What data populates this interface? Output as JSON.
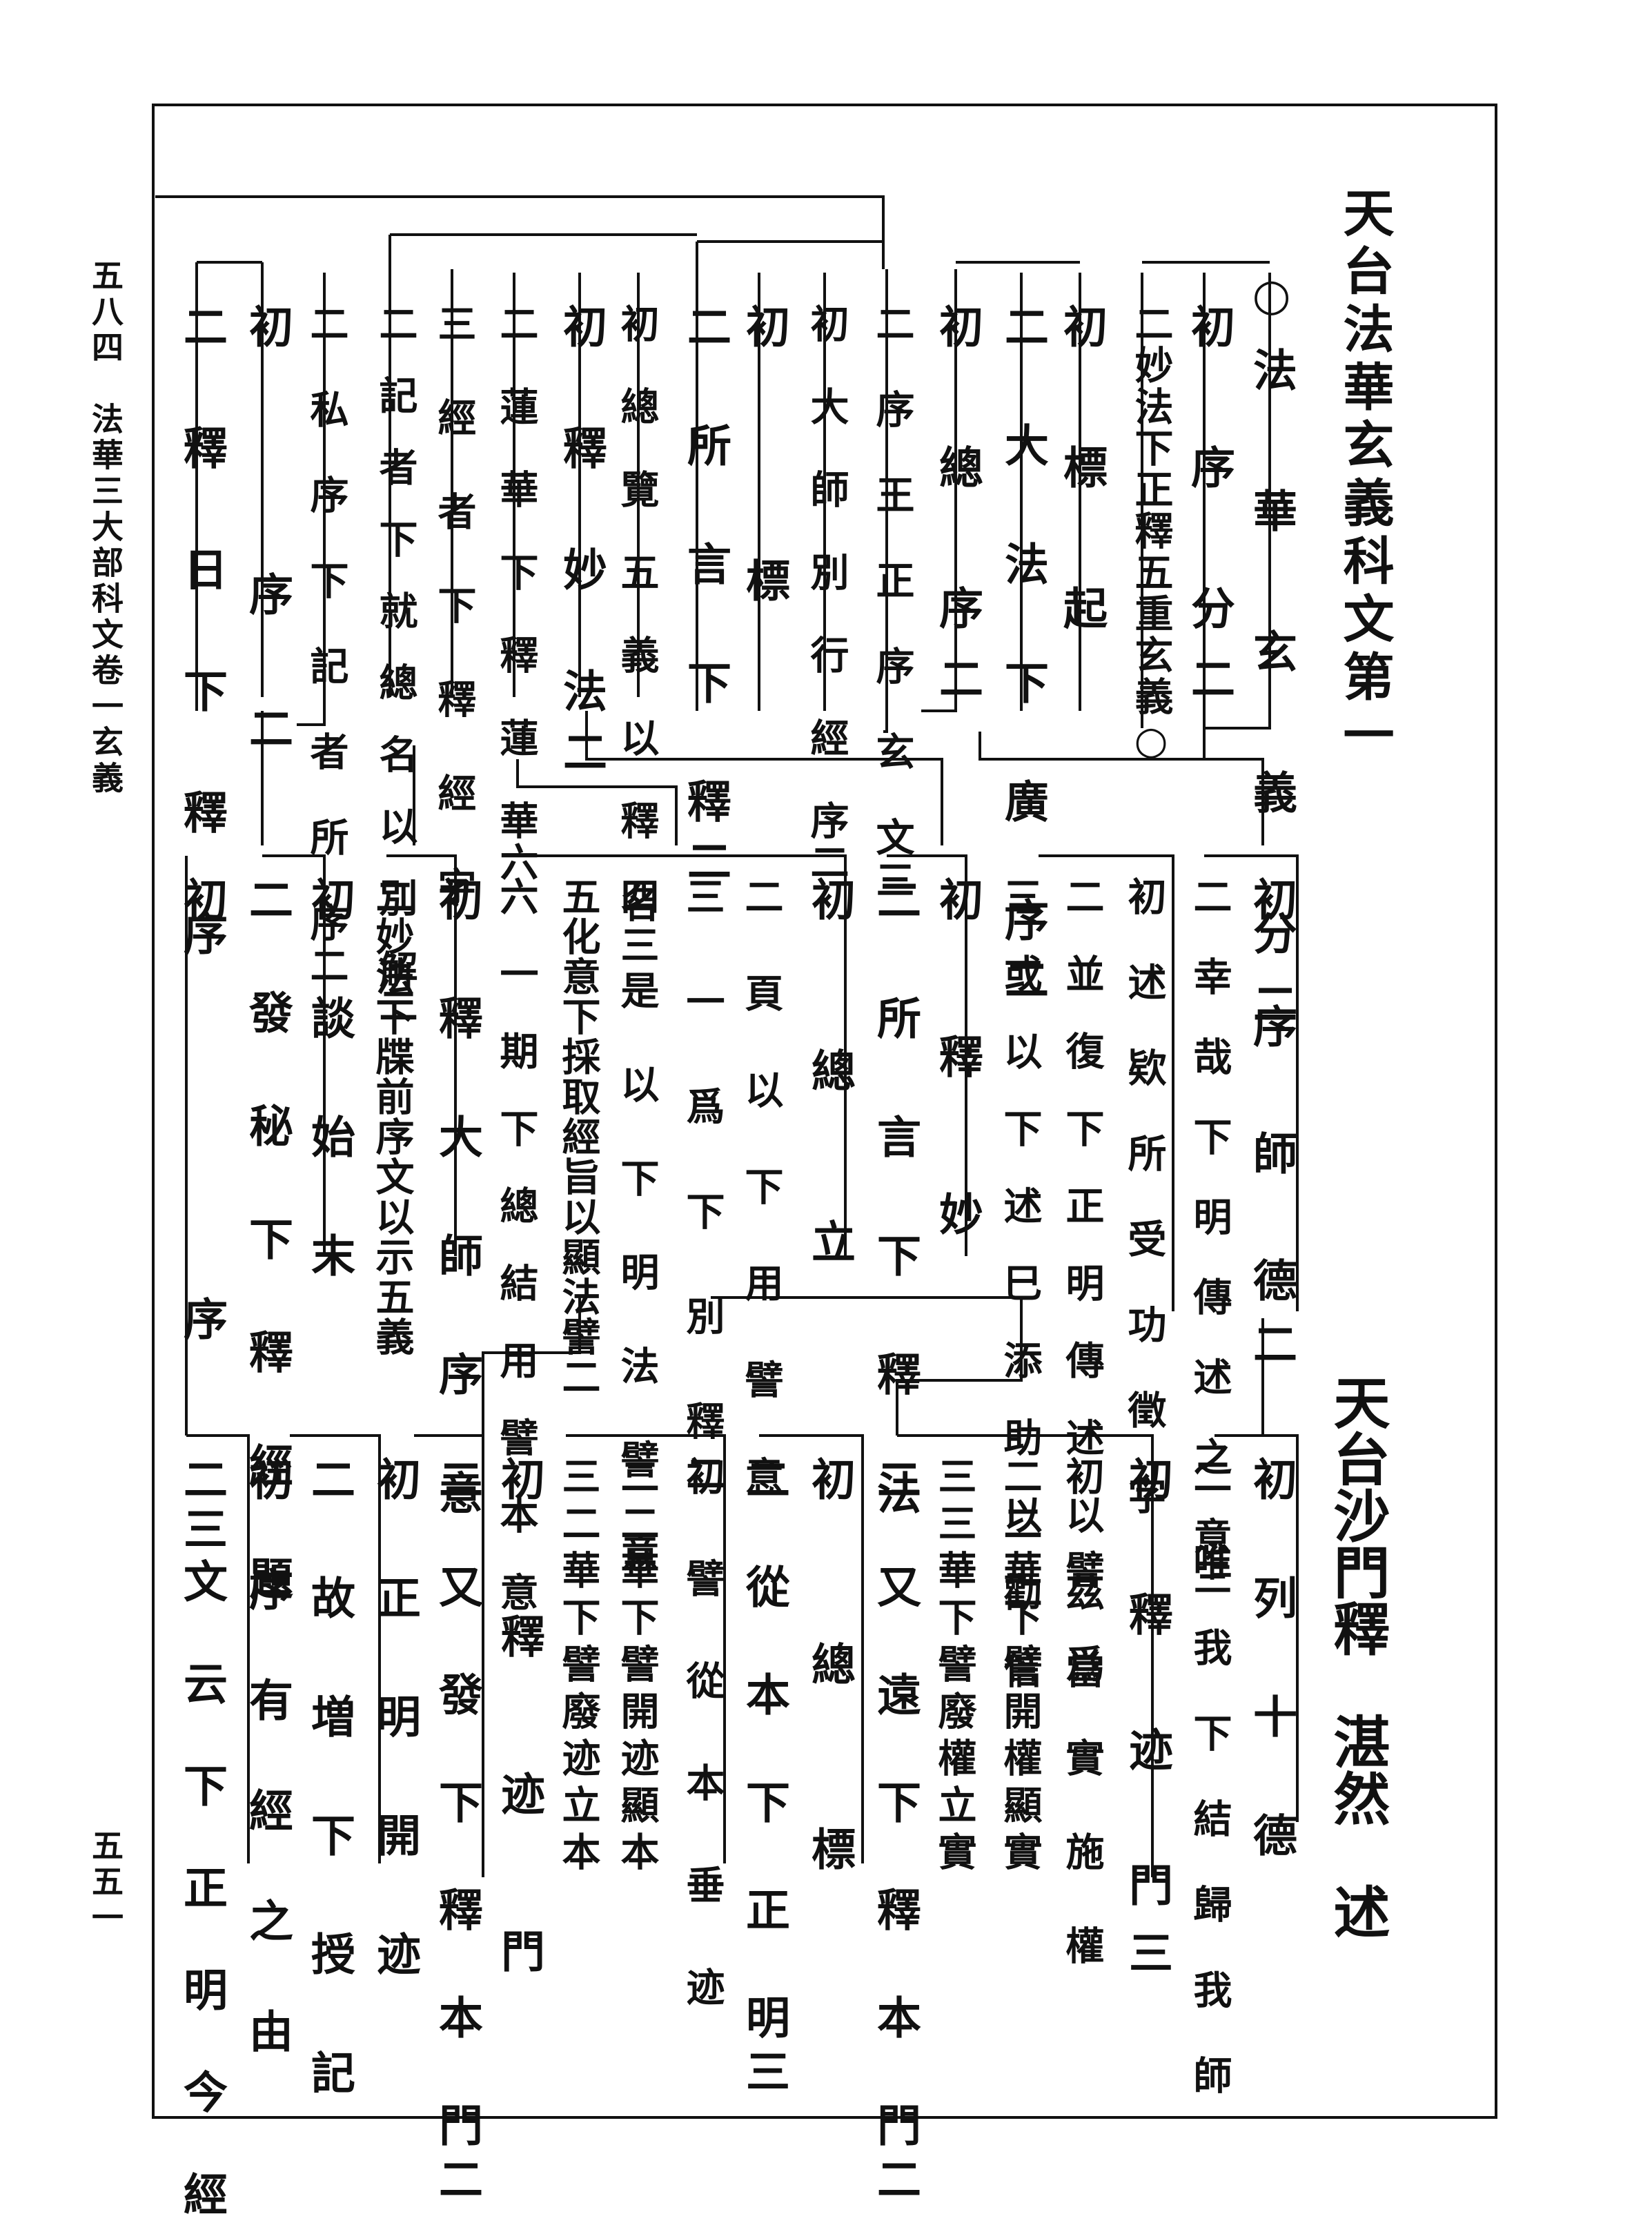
{
  "margin": {
    "top_right": "五八四　法華三大部科文卷一玄義",
    "bottom_right": "五五一"
  },
  "heading": {
    "title": "天台法華玄義科文第一",
    "author": "天台沙門釋　湛然　述"
  },
  "section1": [
    "○法　華　玄　義　分二",
    "初　序　分二",
    "二妙法下正釋五重玄義○",
    "初　標　起",
    "二　大　法　下　廣　序二",
    "初　總　序二",
    "二　序　王　正　序　玄　文三",
    "初　大　師　別　行　經　序二",
    "初　標",
    "二　所　言　下　釋二",
    "初　總　覽　五　義　以　釋　名三",
    "初　釋　妙　法二",
    "二　蓮　華　下　釋　蓮　華六",
    "三　經　者　下　釋　經　字",
    "二　記　者　下　就　總　名　以　別　解二",
    "二　私　序　下　記　者　所　序二",
    "初　序二",
    "二　釋　日　下　釋　序"
  ],
  "section2": [
    "初　序　師　德二",
    "二　幸　哉　下　明　傳　述　之　意三",
    "初　述　欵　所　受　功　徵　字",
    "二　並　復　下　正　明　傳　述　以　茲　當",
    "三　或　以　下　述　巳　添　助　以　勸　信",
    "初　釋　妙",
    "二　所　言　下　釋　法",
    "初　總　立",
    "二　頁　以　下　用　譬　意",
    "三　一　爲　下　別　釋二",
    "四　是　以　下　明　法　譬　意",
    "五化意下採取經旨以顯法譬二",
    "六　一　期　下　總　結　用　譬　本　意",
    "初　釋　大　師　序　意",
    "二妙法下牒前序文以示五義",
    "初　談　始　末",
    "二　發　秘　下　釋　經　題",
    "初　序三"
  ],
  "section3": [
    "初　列　十　德",
    "二　唯　我　下　結　歸　我　師",
    "初　釋　迹　門三",
    "初　譬　爲　實　施　權",
    "二二華下譬開權顯實",
    "三三華下譬廢權立實",
    "二　又　遠　下　釋　本　門二",
    "初　總　標",
    "二　從　本　下　正　明三",
    "初　譬　從　本　垂　迹",
    "二二華下譬開迹顯本",
    "三二華下譬廢迹立本",
    "初　釋　迹　門",
    "二　又　發　下　釋　本　門二",
    "初　正　明　開　迹",
    "二　故　増　下　授　記",
    "初　序　有　經　之　由",
    "二　文　云　下　正　明　今　經"
  ]
}
